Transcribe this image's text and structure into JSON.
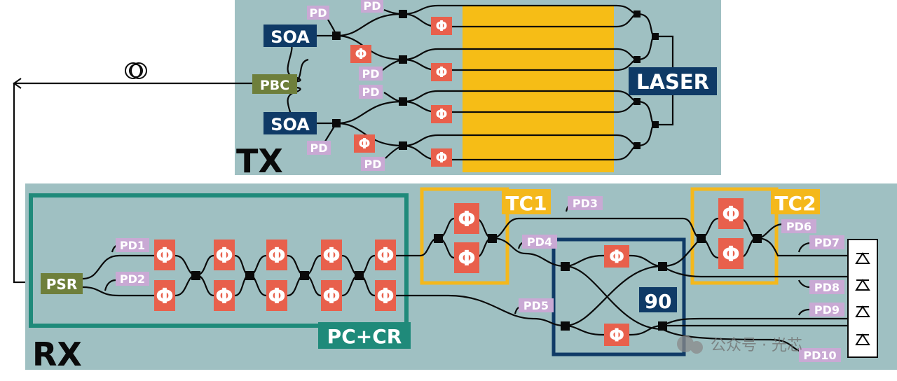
{
  "tx": {
    "label": "TX",
    "soa_top": "SOA",
    "soa_bottom": "SOA",
    "pbc": "PBC",
    "laser": "LASER",
    "pd": "PD",
    "phi": "Φ"
  },
  "rx": {
    "label": "RX",
    "psr": "PSR",
    "pc_cr": "PC+CR",
    "tc1": "TC1",
    "tc2": "TC2",
    "hybrid": "90",
    "pd1": "PD1",
    "pd2": "PD2",
    "pd3": "PD3",
    "pd4": "PD4",
    "pd5": "PD5",
    "pd6": "PD6",
    "pd7": "PD7",
    "pd8": "PD8",
    "pd9": "PD9",
    "pd10": "PD10",
    "phi": "Φ"
  },
  "watermark": "公众号 · 光芯",
  "colors": {
    "panel": "#9fc0c2",
    "navy": "#0f3a66",
    "phase": "#e8604c",
    "pd_bg": "#c9a9d4",
    "green_label": "#6e7f3b",
    "teal_box": "#1f8a7a",
    "yellow_box": "#f4b81c",
    "yellow_fill": "#f6bd16"
  }
}
